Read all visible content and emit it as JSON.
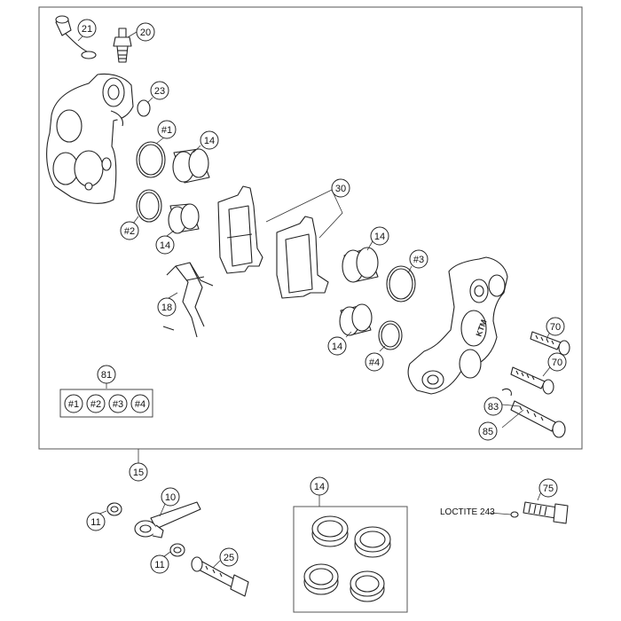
{
  "callouts": [
    {
      "label": "21"
    },
    {
      "label": "20"
    },
    {
      "label": "23"
    },
    {
      "label": "#1"
    },
    {
      "label": "14"
    },
    {
      "label": "30"
    },
    {
      "label": "#2"
    },
    {
      "label": "14"
    },
    {
      "label": "14"
    },
    {
      "label": "#3"
    },
    {
      "label": "18"
    },
    {
      "label": "70"
    },
    {
      "label": "14"
    },
    {
      "label": "#4"
    },
    {
      "label": "70"
    },
    {
      "label": "81"
    },
    {
      "label": "83"
    },
    {
      "label": "85"
    },
    {
      "label": "15"
    },
    {
      "label": "10"
    },
    {
      "label": "14"
    },
    {
      "label": "75"
    },
    {
      "label": "11"
    },
    {
      "label": "11"
    },
    {
      "label": "25"
    }
  ],
  "kit_callouts": [
    {
      "label": "#1"
    },
    {
      "label": "#2"
    },
    {
      "label": "#3"
    },
    {
      "label": "#4"
    }
  ],
  "loctite_label": "LOCTITE 243",
  "caliper_brand": "KTM"
}
